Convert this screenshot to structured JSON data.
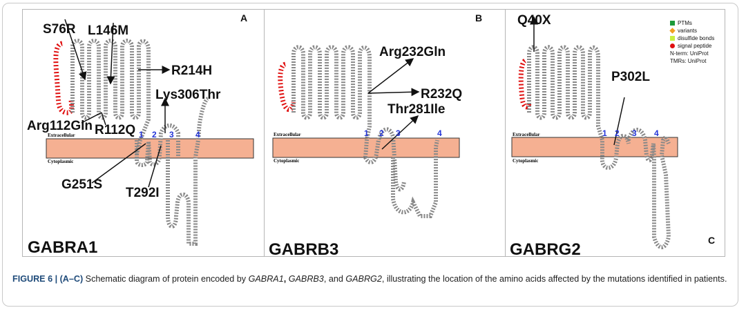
{
  "legend": {
    "items": [
      {
        "label": "PTMs",
        "color": "#1c9a3a",
        "shape": "square"
      },
      {
        "label": "variants",
        "color": "#f0a020",
        "shape": "diamond"
      },
      {
        "label": "disulfide bonds",
        "color": "#c8f040",
        "shape": "square"
      },
      {
        "label": "signal peptide",
        "color": "#e01010",
        "shape": "circle"
      }
    ],
    "nterm": "N-term: UniProt",
    "tmrs": "TMRs: UniProt"
  },
  "membrane": {
    "extracellular": "Extracellular",
    "cytoplasmic": "Cytoplasmic",
    "color": "#f5b092"
  },
  "tm_numbers": [
    "1",
    "2",
    "3",
    "4"
  ],
  "panels": [
    {
      "letter": "A",
      "gene": "GABRA1",
      "mutations": [
        "S76R",
        "L146M",
        "R214H",
        "Lys306Thr",
        "Arg112Gln",
        "R112Q",
        "G251S",
        "T292I"
      ]
    },
    {
      "letter": "B",
      "gene": "GABRB3",
      "mutations": [
        "Arg232Gln",
        "R232Q",
        "Thr281Ile"
      ]
    },
    {
      "letter": "C",
      "gene": "GABRG2",
      "mutations": [
        "Q40X",
        "P302L"
      ]
    }
  ],
  "caption": {
    "label": "FIGURE 6 | (A–C)",
    "t1": " Schematic diagram of protein encoded by ",
    "g1": "GABRA1",
    "sep1": ", ",
    "g2": "GABRB3",
    "sep2": ", and ",
    "g3": "GABRG2",
    "t2": ", illustrating the location of the amino acids affected by the mutations identified in patients."
  }
}
